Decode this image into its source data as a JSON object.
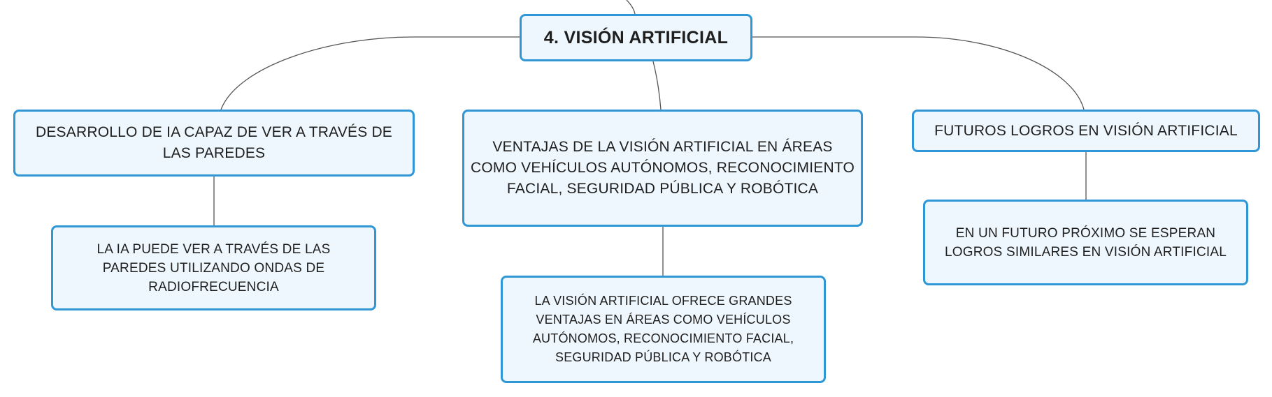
{
  "diagram": {
    "root": {
      "label": "4. VISIÓN ARTIFICIAL"
    },
    "branches": [
      {
        "label": "DESARROLLO DE IA CAPAZ DE VER A TRAVÉS DE LAS PAREDES",
        "child": "LA IA PUEDE VER A TRAVÉS DE LAS PAREDES UTILIZANDO ONDAS DE RADIOFRECUENCIA"
      },
      {
        "label": "VENTAJAS DE LA VISIÓN ARTIFICIAL EN ÁREAS COMO VEHÍCULOS AUTÓNOMOS, RECONOCIMIENTO FACIAL, SEGURIDAD PÚBLICA Y ROBÓTICA",
        "child": "LA VISIÓN ARTIFICIAL OFRECE GRANDES VENTAJAS EN ÁREAS COMO VEHÍCULOS AUTÓNOMOS, RECONOCIMIENTO FACIAL, SEGURIDAD PÚBLICA Y ROBÓTICA"
      },
      {
        "label": "FUTUROS LOGROS EN VISIÓN ARTIFICIAL",
        "child": "EN UN FUTURO PRÓXIMO SE ESPERAN LOGROS SIMILARES EN VISIÓN ARTIFICIAL"
      }
    ]
  },
  "colors": {
    "node_border": "#2f97d6",
    "node_fill": "#eef7fd",
    "connector": "#555555",
    "text": "#1f1f1f"
  }
}
